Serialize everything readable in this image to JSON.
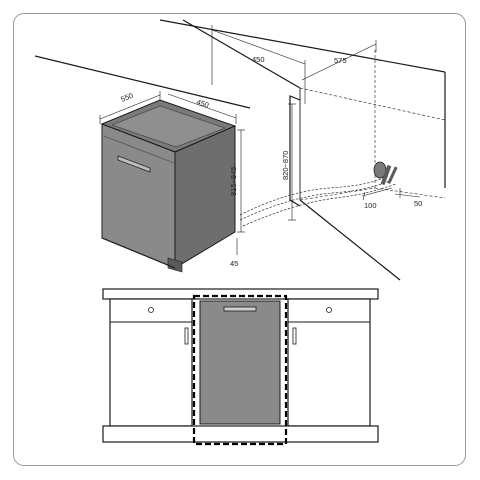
{
  "dimensions": {
    "appliance_depth": "550",
    "appliance_width": "450",
    "niche_width": "450",
    "niche_depth": "575",
    "appliance_height": "815~845",
    "niche_height": "820~870",
    "plinth_gap": "45",
    "hose_position": "100",
    "hose_offset": "50"
  },
  "colors": {
    "appliance_body": "#8a8a8a",
    "appliance_dark": "#5a5a5a",
    "appliance_top": "#7a7a7a",
    "cabinet_line": "#1a1a1a",
    "highlight_dash": "#000000"
  }
}
